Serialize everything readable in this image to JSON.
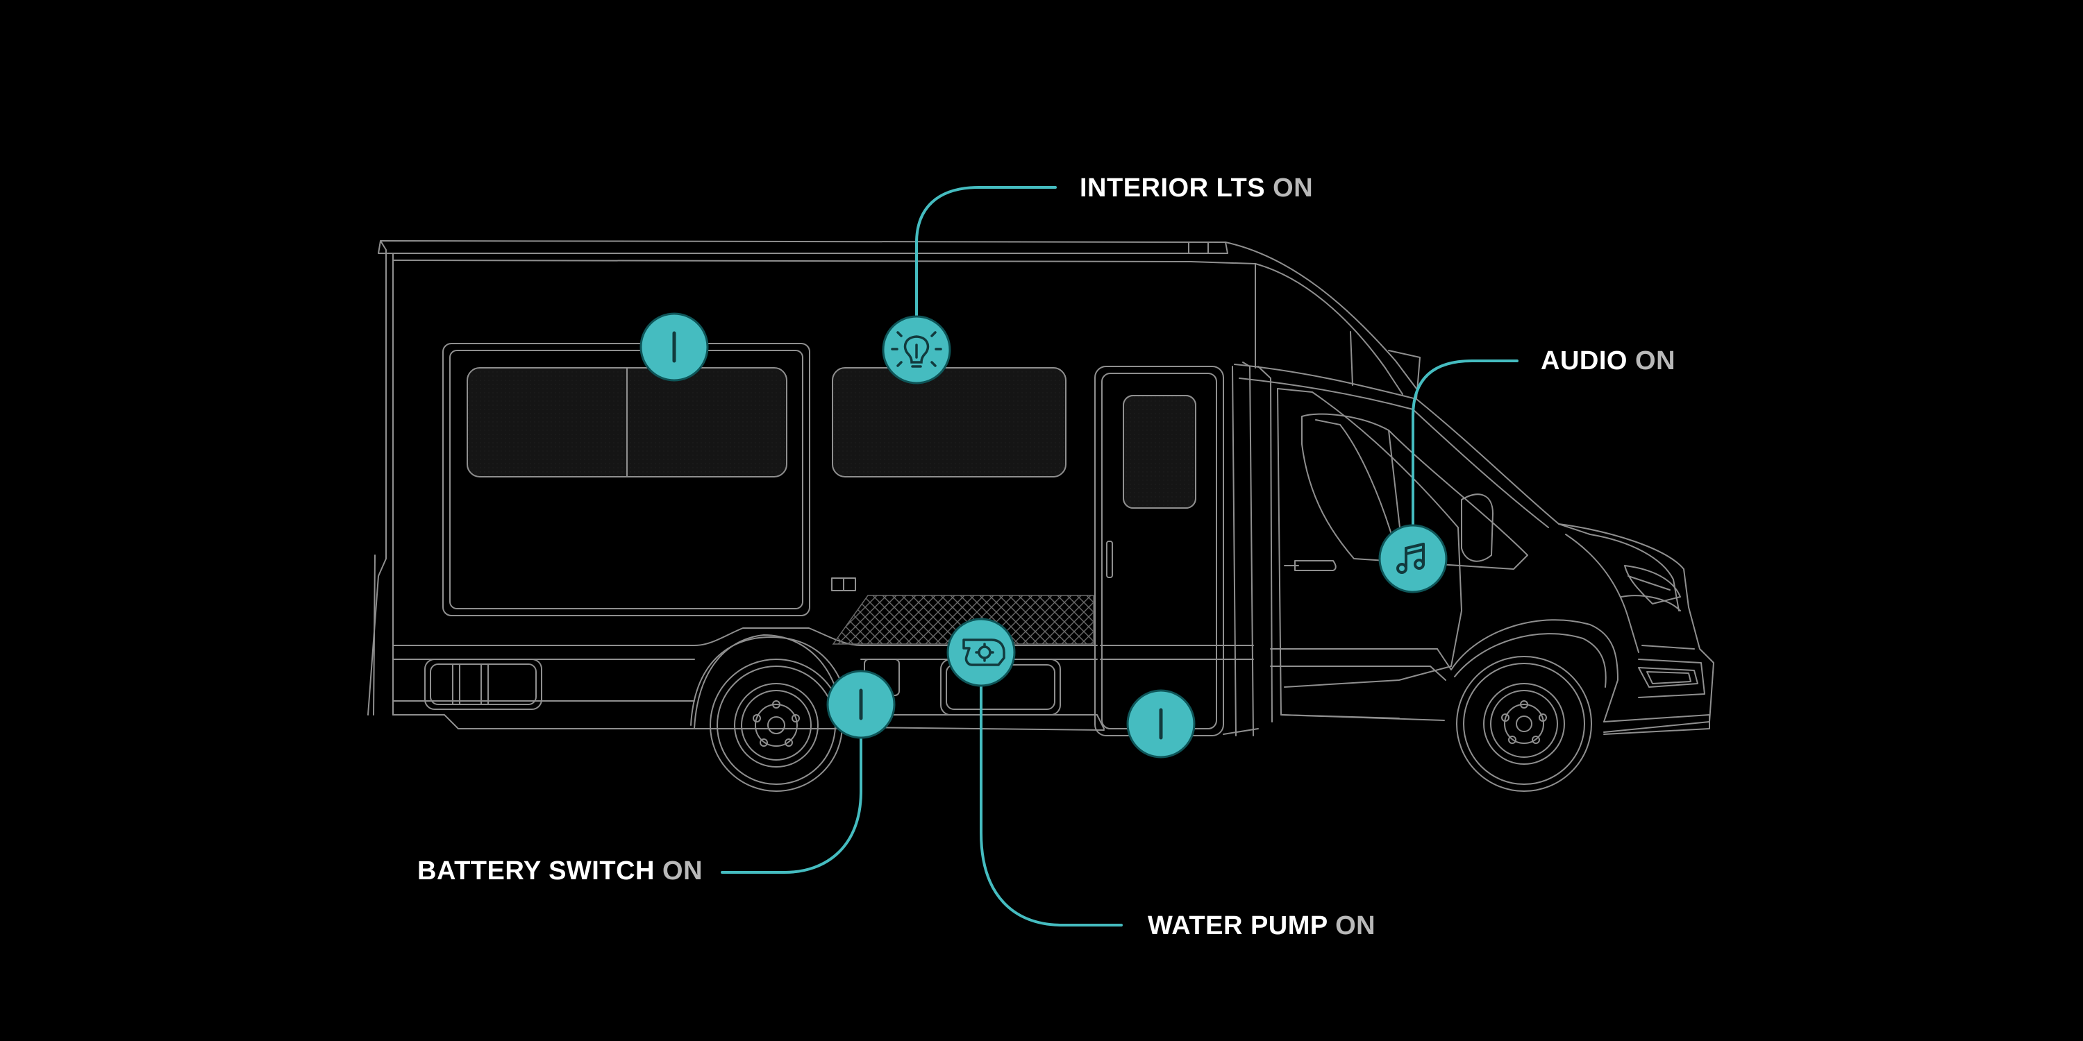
{
  "colors": {
    "background": "#000000",
    "outline": "#8f8f8f",
    "accent": "#45bcc0",
    "icon_dark": "#123a3d",
    "label_name": "#ffffff",
    "label_state": "#b9b9b9"
  },
  "controls": {
    "interior_lights": {
      "name": "INTERIOR LTS",
      "state": "ON",
      "icon": "lightbulb-icon"
    },
    "audio": {
      "name": "AUDIO",
      "state": "ON",
      "icon": "music-note-icon"
    },
    "battery_switch": {
      "name": "BATTERY SWITCH",
      "state": "ON",
      "icon": "toggle-icon"
    },
    "water_pump": {
      "name": "WATER PUMP",
      "state": "ON",
      "icon": "pump-icon"
    }
  },
  "toggles": [
    {
      "id": "toggle-upper-window",
      "icon": "toggle-icon"
    },
    {
      "id": "toggle-door",
      "icon": "toggle-icon"
    }
  ]
}
